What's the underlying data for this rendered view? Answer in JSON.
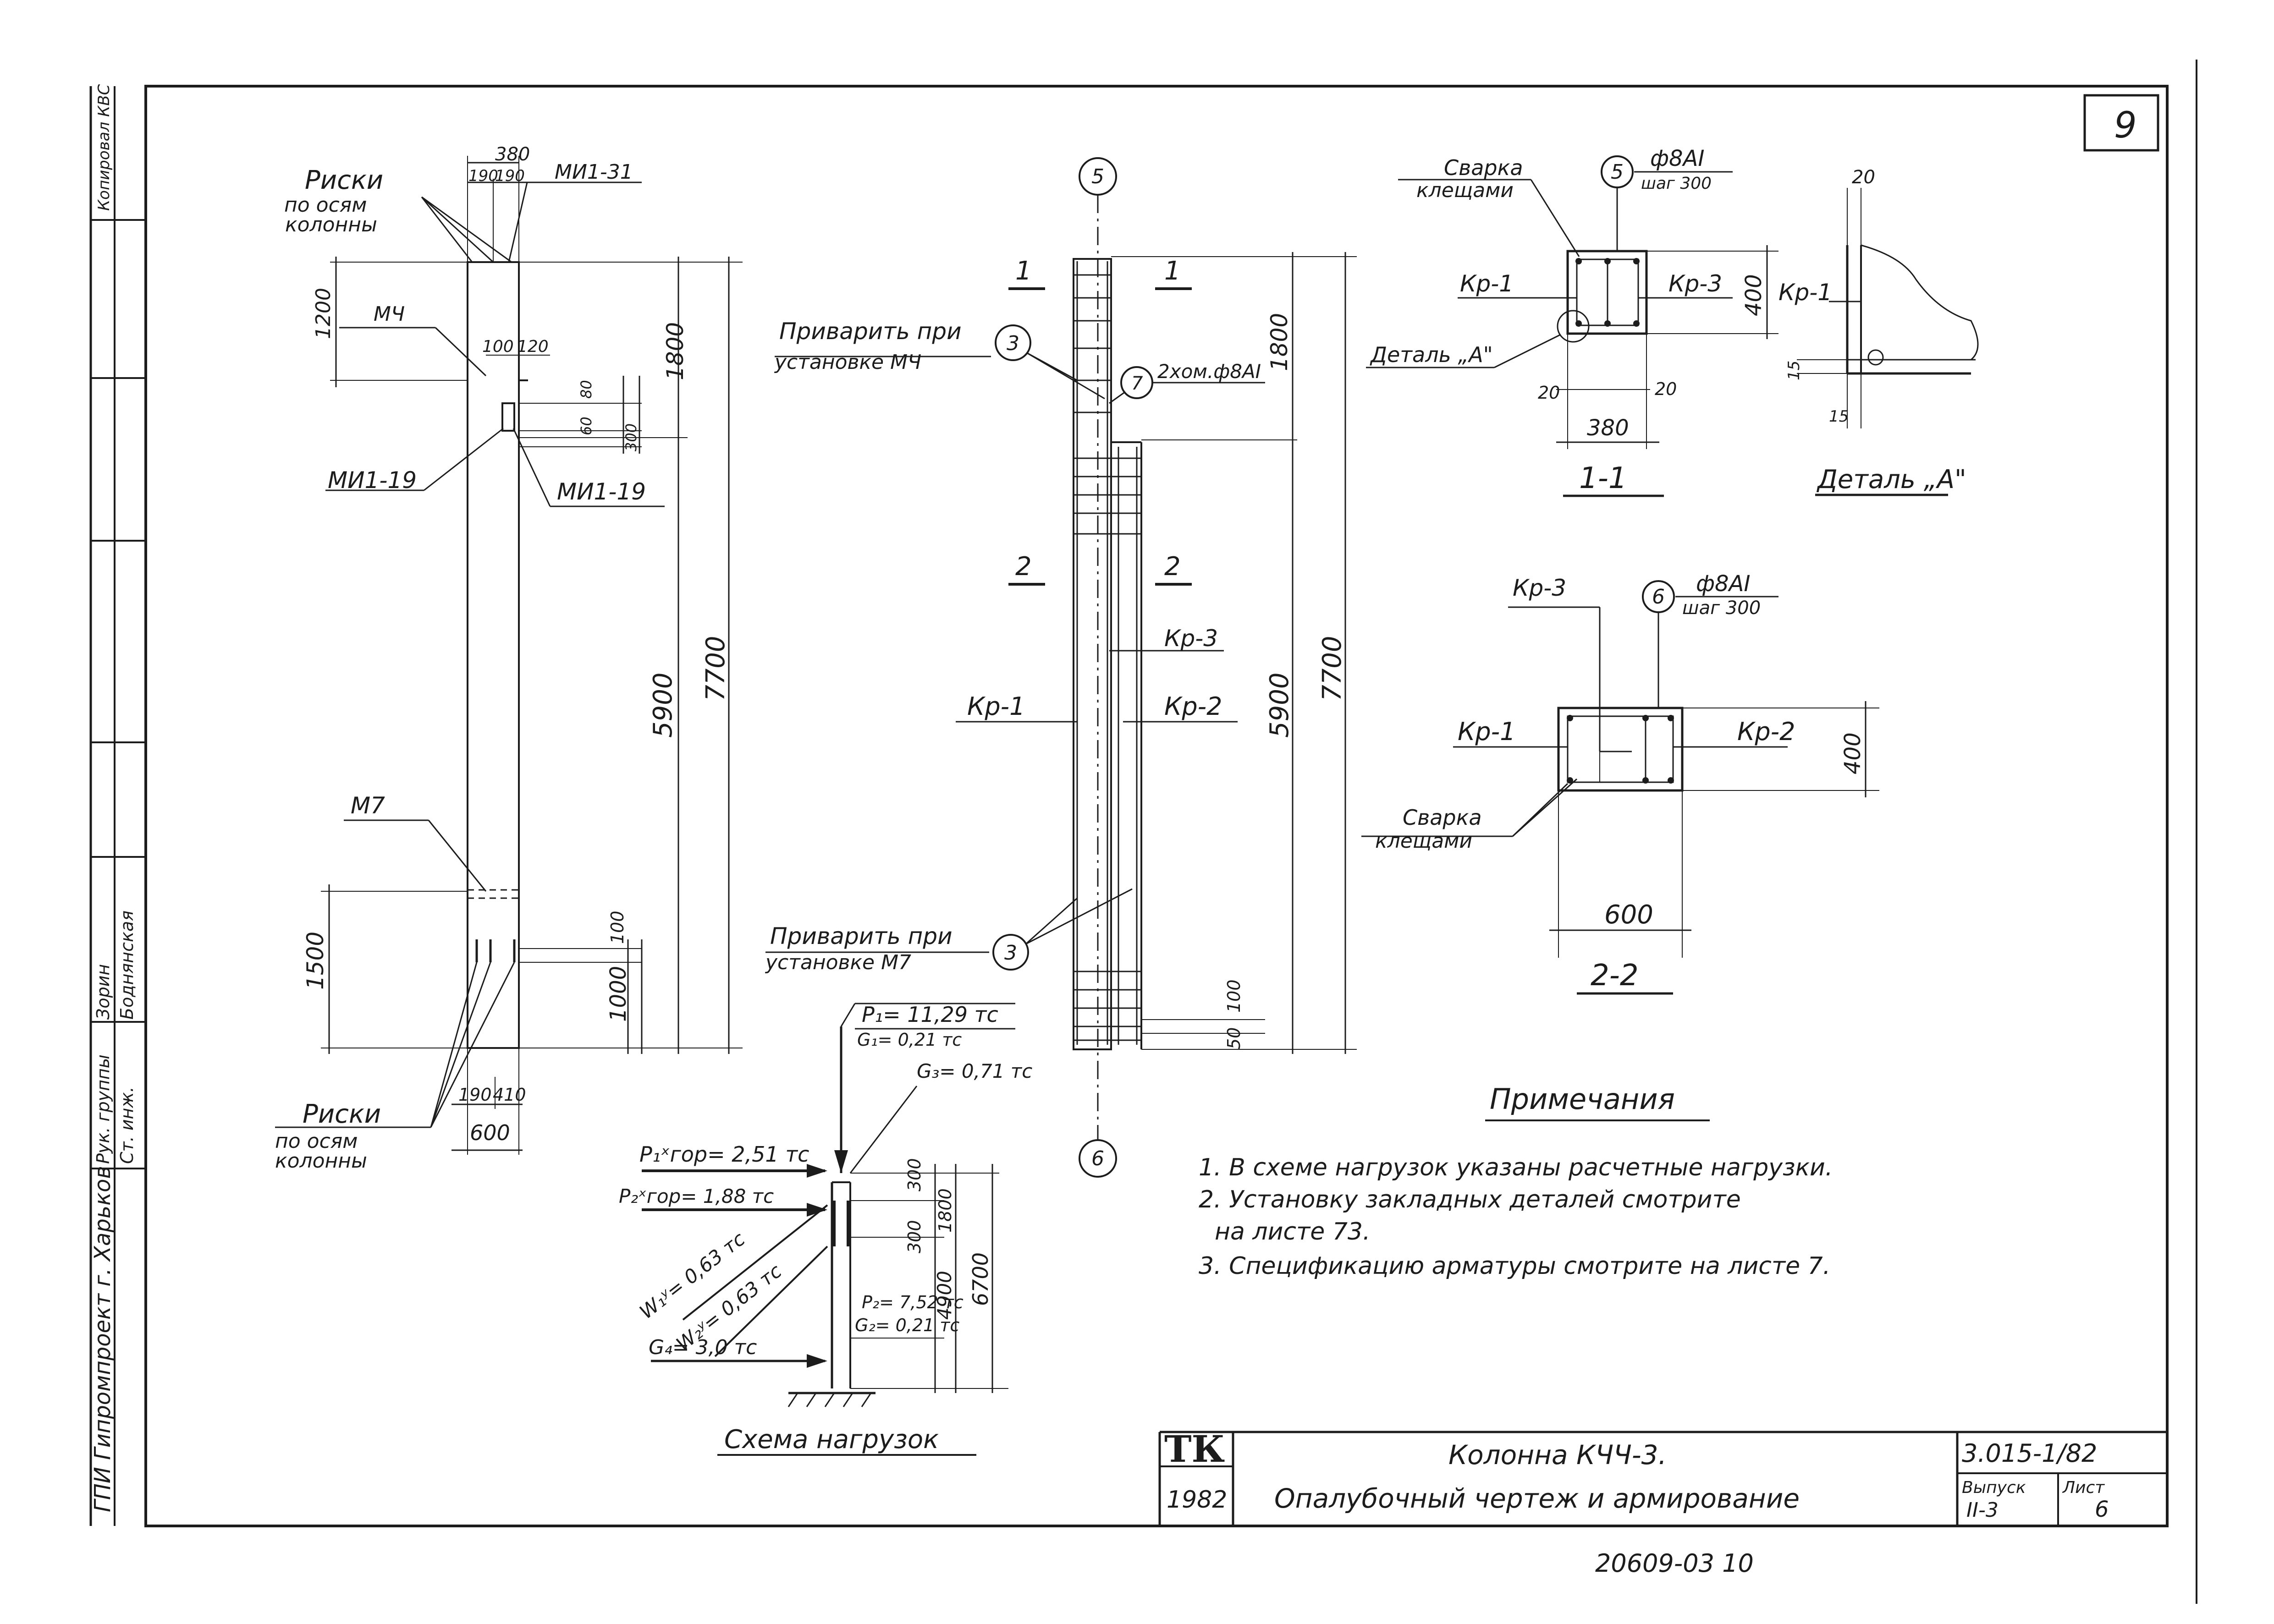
{
  "sheet": {
    "page_number": "9",
    "stamp_top": "Копировал\nКВС",
    "org": "ГПИ Гипромпроект\nг. Харьков",
    "signatures": {
      "role1": "Рук. группы",
      "name1": "Зорин",
      "role2": "Ст. инж.",
      "name2": "Боднянская"
    },
    "bottom_number": "20609-03 10"
  },
  "title_block": {
    "logo": "ТК",
    "year": "1982",
    "title_line1": "Колонна КЧЧ-3.",
    "title_line2": "Опалубочный чертеж и армирование",
    "series": "3.015-1/82",
    "issue_label": "Выпуск",
    "issue_value": "II-3",
    "sheet_label": "Лист",
    "sheet_value": "6"
  },
  "formwork": {
    "riski_top_1": "Риски",
    "riski_top_2": "по осям",
    "riski_top_3": "колонны",
    "riski_bot_1": "Риски",
    "riski_bot_2": "по осям",
    "riski_bot_3": "колонны",
    "mi1_31": "МИ1-31",
    "mch": "МЧ",
    "mi1_19_left": "МИ1-19",
    "mi1_19_right": "МИ1-19",
    "m7": "М7",
    "dims": {
      "d380": "380",
      "d190a": "190",
      "d190b": "190",
      "d1200": "1200",
      "d100": "100",
      "d120": "120",
      "d80": "80",
      "d60": "60",
      "d300": "300",
      "d1800": "1800",
      "d5900": "5900",
      "d7700": "7700",
      "d1500": "1500",
      "d100b": "100",
      "d1000": "1000",
      "d190c": "190",
      "d410": "410",
      "d600": "600"
    }
  },
  "reinforcement": {
    "axis_top": "5",
    "axis_bot": "6",
    "sec1_left": "1",
    "sec1_right": "1",
    "sec2_left": "2",
    "sec2_right": "2",
    "weld_mch_1": "Приварить при",
    "weld_mch_2": "установке МЧ",
    "weld_m7_1": "Приварить при",
    "weld_m7_2": "установке М7",
    "pos3a": "3",
    "pos3b": "3",
    "pos7": "7",
    "clamp_label": "2хом.ф8АI",
    "kr1": "Кр-1",
    "kr2": "Кр-2",
    "kr3": "Кр-3",
    "dims": {
      "d1800": "1800",
      "d5900": "5900",
      "d7700": "7700",
      "d100": "100",
      "d50": "50"
    }
  },
  "section_1_1": {
    "weld_1": "Сварка",
    "weld_2": "клещами",
    "pos": "5",
    "bar": "ф8АI",
    "step": "шаг 300",
    "kr1": "Кр-1",
    "kr3": "Кр-3",
    "detail_ref": "Деталь „А\"",
    "d20a": "20",
    "d20b": "20",
    "d380": "380",
    "d400": "400",
    "title": "1-1"
  },
  "detail_a": {
    "d20": "20",
    "kr1": "Кр-1",
    "d15a": "15",
    "d15b": "15",
    "title": "Деталь „А\""
  },
  "section_2_2": {
    "kr3": "Кр-3",
    "pos": "6",
    "bar": "ф8АI",
    "step": "шаг 300",
    "kr1": "Кр-1",
    "kr2": "Кр-2",
    "weld_1": "Сварка",
    "weld_2": "клещами",
    "d400": "400",
    "d600": "600",
    "title": "2-2"
  },
  "loads": {
    "p1": "P₁= 11,29 тс",
    "g1": "G₁= 0,21 тс",
    "g3": "G₃= 0,71 тс",
    "p1x": "P₁ˣгор= 2,51 тс",
    "p2x": "P₂ˣгор= 1,88 тс",
    "w1": "W₁ʸ= 0,63 тс",
    "w2": "W₂ʸ= 0,63 тс",
    "g4": "G₄= 3,0 тс",
    "p2": "P₂= 7,52 тс",
    "g2": "G₂= 0,21 тс",
    "d300a": "300",
    "d300b": "300",
    "d1800": "1800",
    "d4900": "4900",
    "d6700": "6700",
    "title": "Схема нагрузок"
  },
  "notes": {
    "title": "Примечания",
    "items": [
      "1. В схеме нагрузок указаны расчетные нагрузки.",
      "2. Установку закладных деталей смотрите",
      "на листе 73.",
      "3. Спецификацию арматуры смотрите на листе 7."
    ]
  }
}
